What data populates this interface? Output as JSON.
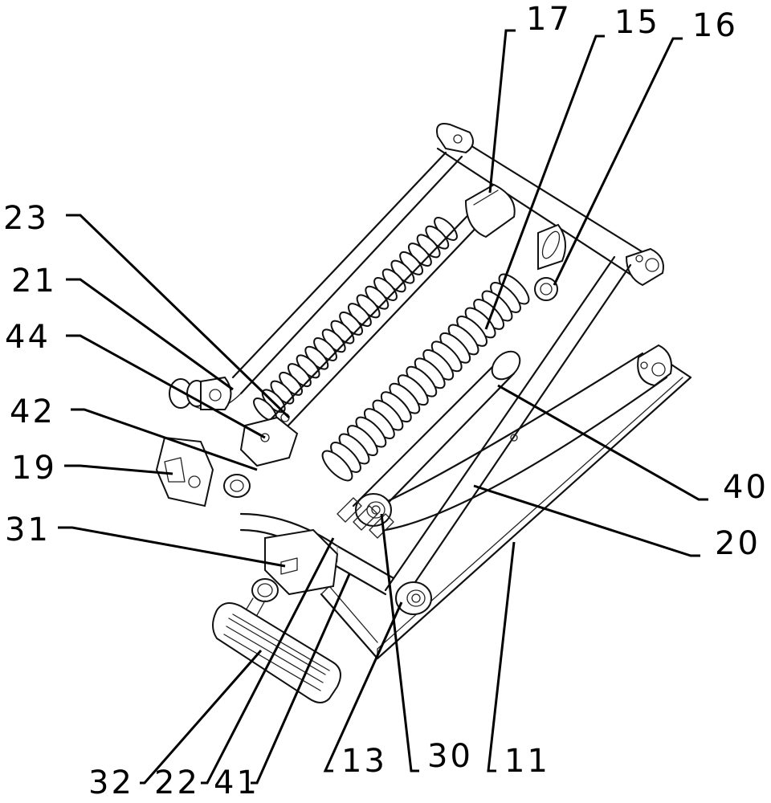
{
  "figure": {
    "description": "Perspective line drawing of a seat adjustment / lifting mechanism with coil springs, scissor frame, handle and pedal",
    "colors": {
      "line": "#111111",
      "background": "#ffffff"
    }
  },
  "labels": [
    {
      "id": "17",
      "text": "17"
    },
    {
      "id": "15",
      "text": "15"
    },
    {
      "id": "16",
      "text": "16"
    },
    {
      "id": "23",
      "text": "23"
    },
    {
      "id": "21",
      "text": "21"
    },
    {
      "id": "44",
      "text": "44"
    },
    {
      "id": "42",
      "text": "42"
    },
    {
      "id": "19",
      "text": "19"
    },
    {
      "id": "31",
      "text": "31"
    },
    {
      "id": "40",
      "text": "40"
    },
    {
      "id": "20",
      "text": "20"
    },
    {
      "id": "32",
      "text": "32"
    },
    {
      "id": "22",
      "text": "22"
    },
    {
      "id": "41",
      "text": "41"
    },
    {
      "id": "13",
      "text": "13"
    },
    {
      "id": "30",
      "text": "30"
    },
    {
      "id": "11",
      "text": "11"
    }
  ]
}
